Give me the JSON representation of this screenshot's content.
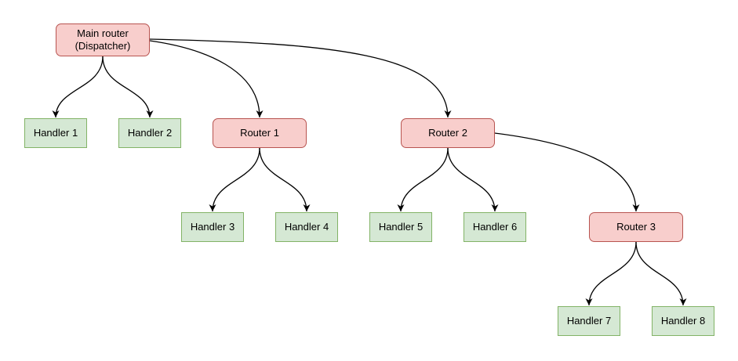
{
  "diagram": {
    "nodes": [
      {
        "id": "main-router",
        "label": "Main router\n(Dispatcher)",
        "type": "router"
      },
      {
        "id": "handler-1",
        "label": "Handler 1",
        "type": "handler"
      },
      {
        "id": "handler-2",
        "label": "Handler 2",
        "type": "handler"
      },
      {
        "id": "router-1",
        "label": "Router 1",
        "type": "router"
      },
      {
        "id": "router-2",
        "label": "Router 2",
        "type": "router"
      },
      {
        "id": "handler-3",
        "label": "Handler 3",
        "type": "handler"
      },
      {
        "id": "handler-4",
        "label": "Handler 4",
        "type": "handler"
      },
      {
        "id": "handler-5",
        "label": "Handler 5",
        "type": "handler"
      },
      {
        "id": "handler-6",
        "label": "Handler 6",
        "type": "handler"
      },
      {
        "id": "router-3",
        "label": "Router 3",
        "type": "router"
      },
      {
        "id": "handler-7",
        "label": "Handler 7",
        "type": "handler"
      },
      {
        "id": "handler-8",
        "label": "Handler 8",
        "type": "handler"
      }
    ],
    "edges": [
      {
        "from": "main-router",
        "to": "handler-1"
      },
      {
        "from": "main-router",
        "to": "handler-2"
      },
      {
        "from": "main-router",
        "to": "router-1"
      },
      {
        "from": "main-router",
        "to": "router-2"
      },
      {
        "from": "router-1",
        "to": "handler-3"
      },
      {
        "from": "router-1",
        "to": "handler-4"
      },
      {
        "from": "router-2",
        "to": "handler-5"
      },
      {
        "from": "router-2",
        "to": "handler-6"
      },
      {
        "from": "router-2",
        "to": "router-3"
      },
      {
        "from": "router-3",
        "to": "handler-7"
      },
      {
        "from": "router-3",
        "to": "handler-8"
      }
    ],
    "colors": {
      "router_fill": "#f8cecc",
      "router_stroke": "#b85450",
      "handler_fill": "#d5e8d4",
      "handler_stroke": "#82b366",
      "edge": "#000000",
      "text": "#000000",
      "background": "#ffffff"
    }
  }
}
